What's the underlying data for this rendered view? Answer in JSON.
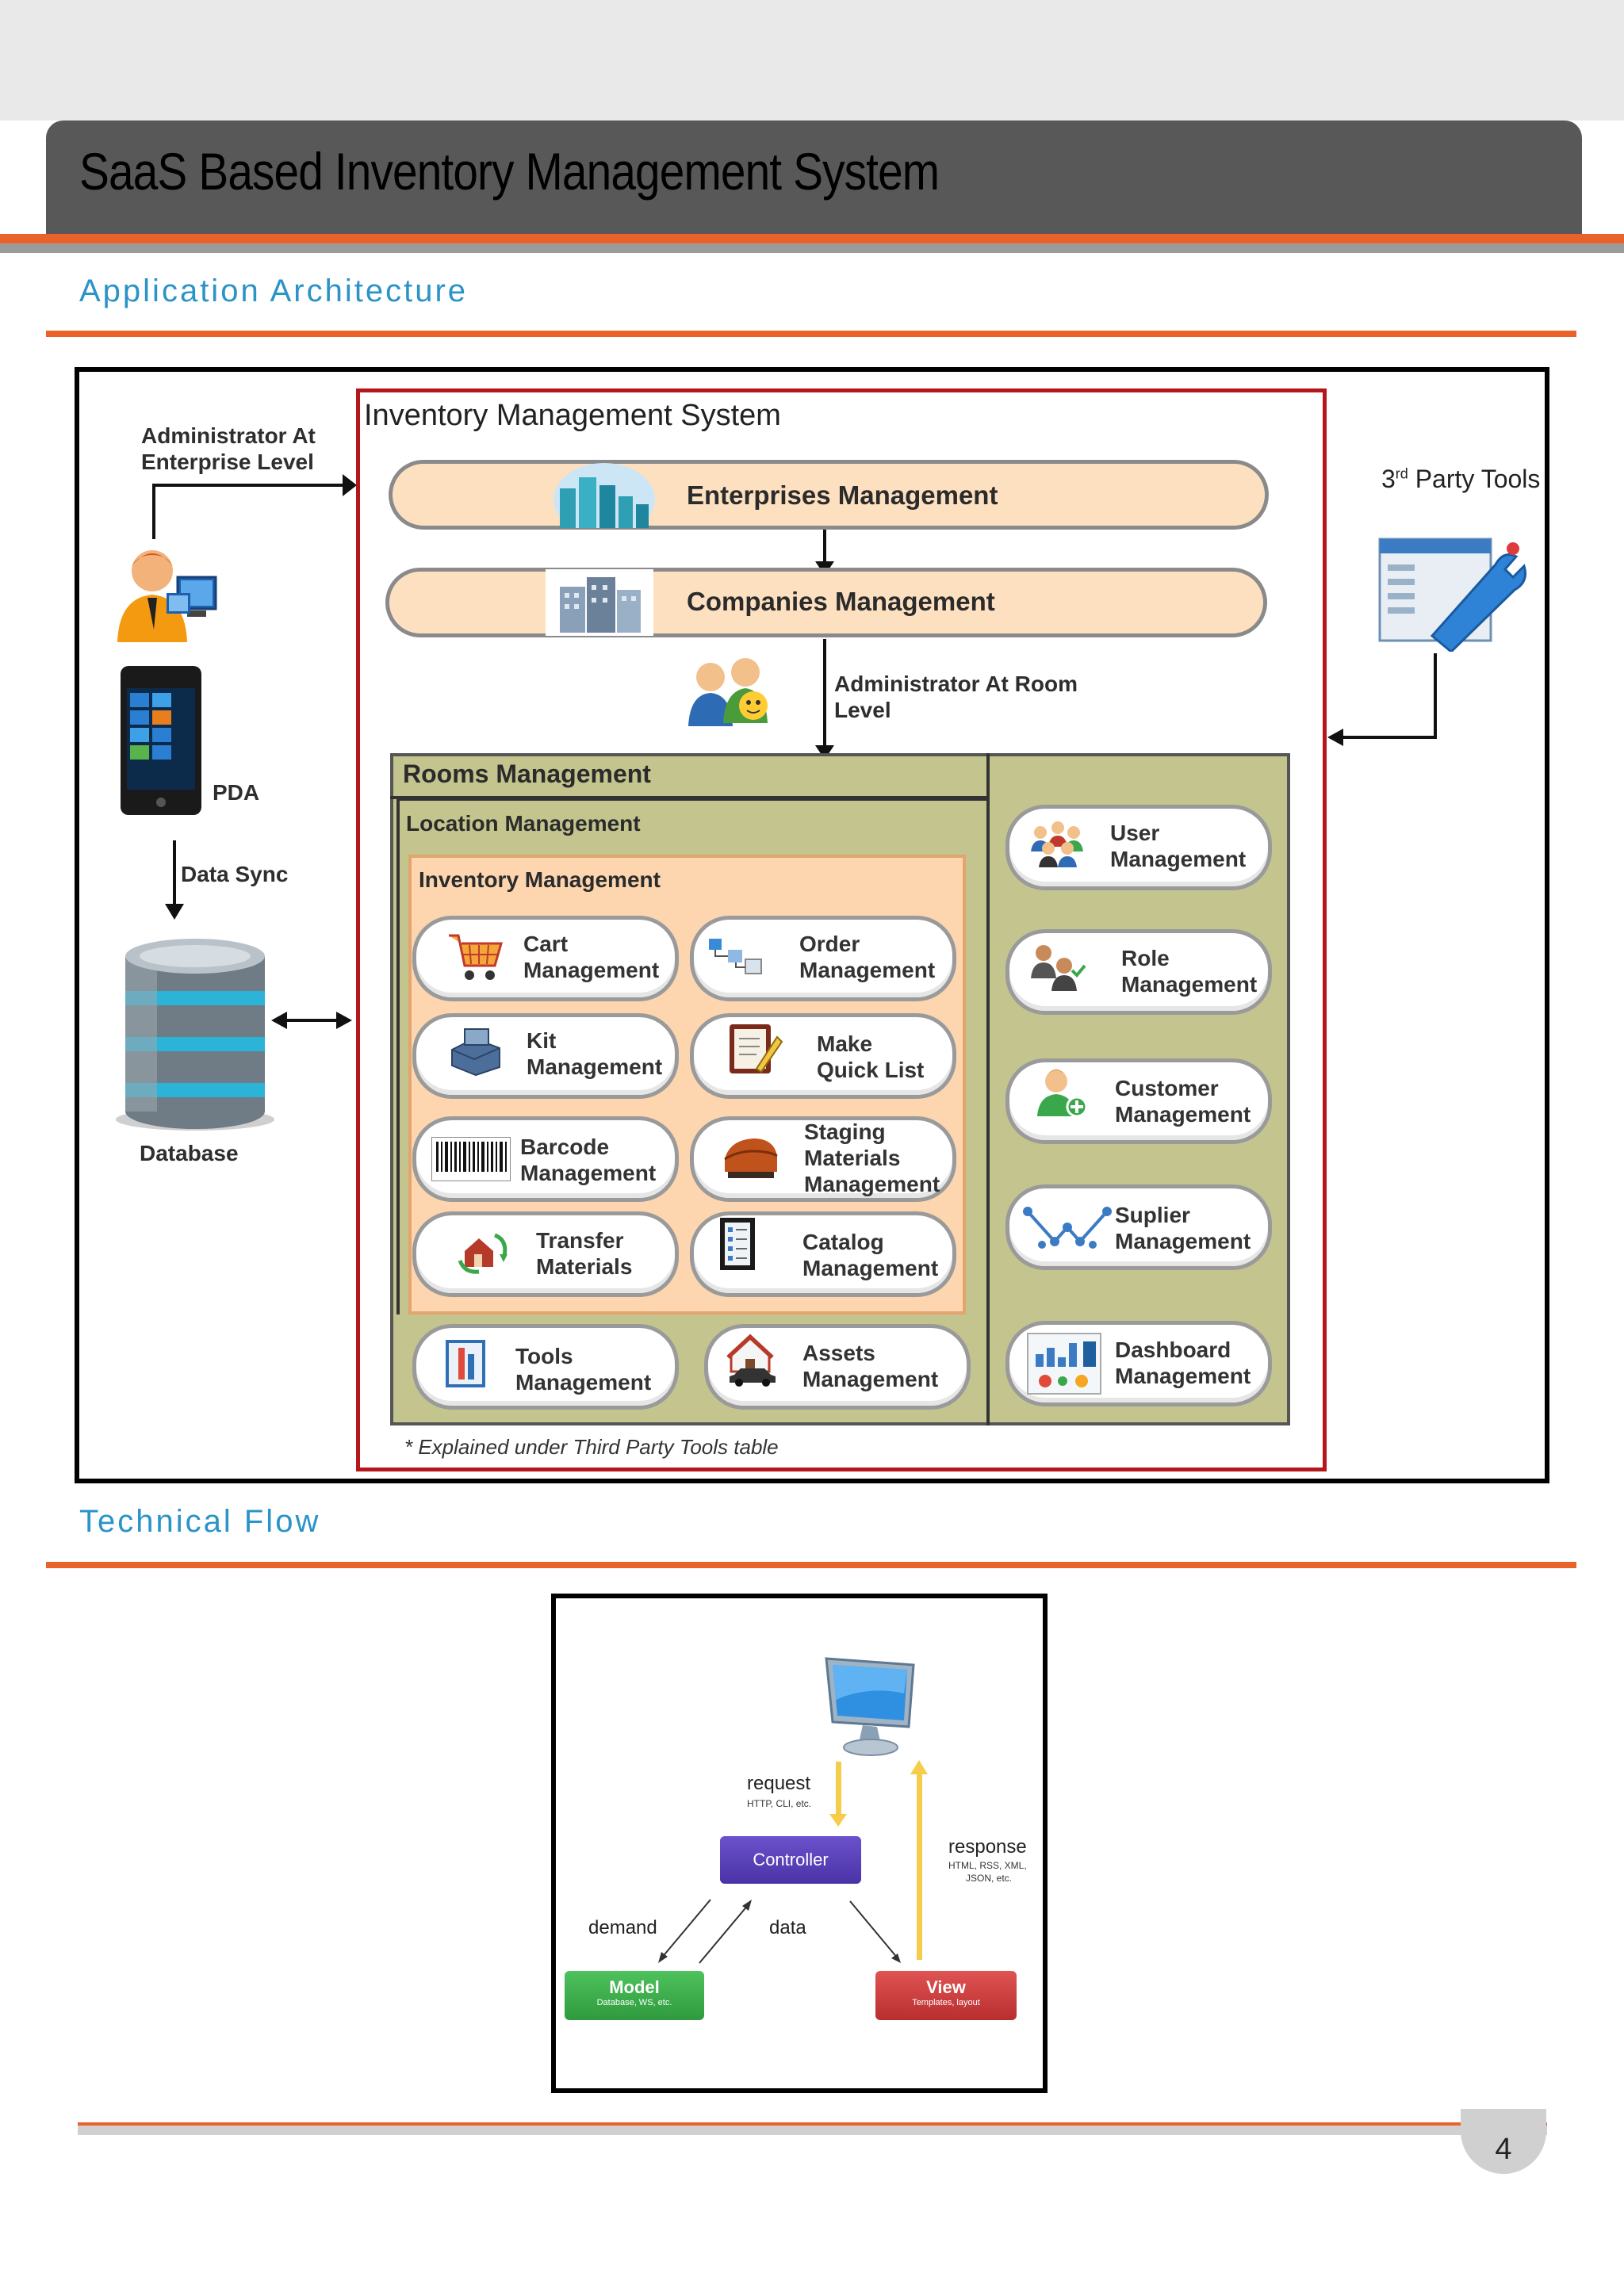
{
  "header": {
    "title": "SaaS Based Inventory Management System"
  },
  "sections": {
    "architecture_title": "Application Architecture",
    "flow_title": "Technical Flow"
  },
  "architecture": {
    "ims_title": "Inventory Management System",
    "admin_enterprise_line1": "Administrator At",
    "admin_enterprise_line2": "Enterprise Level",
    "pda_label": "PDA",
    "data_sync_label": "Data Sync",
    "database_label": "Database",
    "third_party_label": "Party Tools",
    "third_party_prefix": "3",
    "third_party_sup": "rd",
    "enterprises_label": "Enterprises Management",
    "companies_label": "Companies Management",
    "admin_room_line1": "Administrator At Room",
    "admin_room_line2": "Level",
    "rooms_label": "Rooms Management",
    "location_label": "Location Management",
    "inventory_label": "Inventory Management",
    "inventory_modules": [
      {
        "line1": "Cart",
        "line2": "Management",
        "line3": ""
      },
      {
        "line1": "Order",
        "line2": "Management",
        "line3": ""
      },
      {
        "line1": "Kit",
        "line2": "Management",
        "line3": ""
      },
      {
        "line1": "Make",
        "line2": "Quick List",
        "line3": ""
      },
      {
        "line1": "Barcode",
        "line2": "Management",
        "line3": ""
      },
      {
        "line1": "Staging",
        "line2": "Materials",
        "line3": "Management"
      },
      {
        "line1": "Transfer",
        "line2": "Materials",
        "line3": ""
      },
      {
        "line1": "Catalog",
        "line2": "Management",
        "line3": ""
      }
    ],
    "bottom_modules": [
      {
        "line1": "Tools",
        "line2": "Management"
      },
      {
        "line1": "Assets",
        "line2": "Management"
      }
    ],
    "right_modules": [
      {
        "line1": "User",
        "line2": "Management"
      },
      {
        "line1": "Role",
        "line2": "Management"
      },
      {
        "line1": "Customer",
        "line2": "Management"
      },
      {
        "line1": "Suplier",
        "line2": "Management"
      },
      {
        "line1": "Dashboard",
        "line2": "Management"
      }
    ],
    "footnote": "* Explained under Third Party Tools table"
  },
  "flow": {
    "request_label": "request",
    "request_sub": "HTTP, CLI, etc.",
    "response_label": "response",
    "response_sub1": "HTML, RSS, XML,",
    "response_sub2": "JSON, etc.",
    "controller_label": "Controller",
    "demand_label": "demand",
    "data_label": "data",
    "model_label": "Model",
    "model_sub": "Database, WS, etc.",
    "view_label": "View",
    "view_sub": "Templates, layout"
  },
  "page": {
    "number": "4"
  },
  "colors": {
    "accent_orange": "#e9622a",
    "section_blue": "#2a93c7",
    "ims_border_red": "#b4161c",
    "rooms_olive": "#c4c48e",
    "inventory_peach": "#fdd6b0",
    "controller_purple": "#5a3fb8",
    "model_green": "#3aa84a",
    "view_red": "#cc3b3b"
  }
}
